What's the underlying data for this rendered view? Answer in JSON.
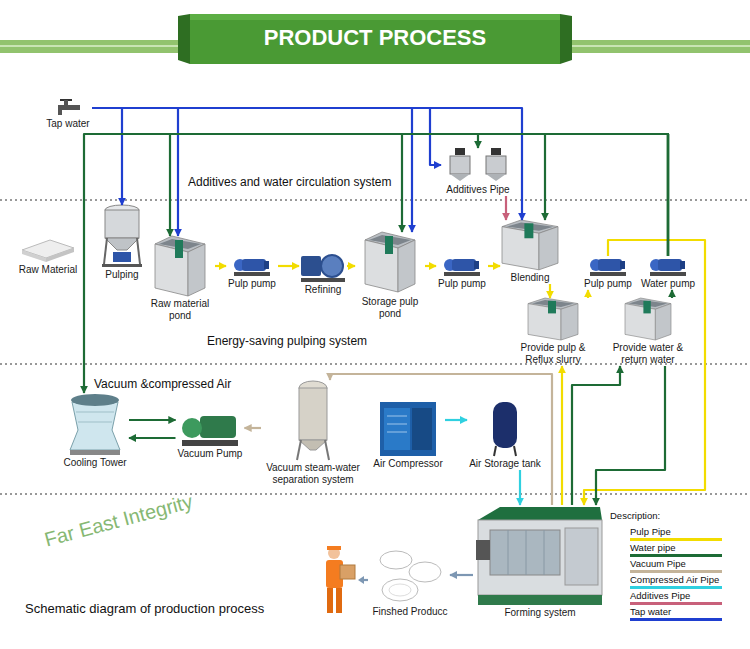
{
  "diagram": {
    "title": "PRODUCT PROCESS",
    "caption": "Schematic diagram of production process",
    "nodes": [
      {
        "text": [
          "Tap water"
        ]
      },
      {
        "text": [
          "Additives Pipe"
        ]
      },
      {
        "text": [
          "Raw Material"
        ]
      },
      {
        "text": [
          "Pulping"
        ]
      },
      {
        "text": [
          "Raw material pond"
        ]
      },
      {
        "text": [
          "Pulp pump"
        ]
      },
      {
        "text": [
          "Refining"
        ]
      },
      {
        "text": [
          "Storage pulp pond"
        ]
      },
      {
        "text": [
          "Pulp pump"
        ]
      },
      {
        "text": [
          "Blending"
        ]
      },
      {
        "text": [
          "Pulp pump"
        ]
      },
      {
        "text": [
          "Water pump"
        ]
      },
      {
        "text": [
          "Provide pulp & Reflux slurry"
        ]
      },
      {
        "text": [
          "Provide water & return water"
        ]
      },
      {
        "text": [
          "Cooling Tower"
        ]
      },
      {
        "text": [
          "Vacuum Pump"
        ]
      },
      {
        "text": [
          "Vacuum steam-water separation system"
        ]
      },
      {
        "text": [
          "Air Compressor"
        ]
      },
      {
        "text": [
          "Air Storage tank"
        ]
      },
      {
        "text": [
          "Forming system"
        ]
      },
      {
        "text": [
          "Finshed Producc"
        ]
      }
    ],
    "edges": [
      {
        "from": 0,
        "to": 3,
        "arrow": "to"
      },
      {
        "from": 0,
        "to": 4,
        "arrow": "to"
      },
      {
        "from": 0,
        "to": 7,
        "arrow": "to"
      },
      {
        "from": 0,
        "to": 1,
        "arrow": "to"
      },
      {
        "from": 0,
        "to": 9,
        "arrow": "to"
      },
      {
        "from": 1,
        "to": 9,
        "arrow": "to"
      },
      {
        "from": 4,
        "to": 5,
        "arrow": "to"
      },
      {
        "from": 5,
        "to": 6,
        "arrow": "to"
      },
      {
        "from": 6,
        "to": 7,
        "arrow": "to"
      },
      {
        "from": 7,
        "to": 8,
        "arrow": "to"
      },
      {
        "from": 8,
        "to": 9,
        "arrow": "to"
      },
      {
        "from": 9,
        "to": 12,
        "arrow": "to"
      },
      {
        "from": 12,
        "to": 10,
        "arrow": "to"
      },
      {
        "from": 10,
        "to": 19,
        "arrow": "to"
      },
      {
        "from": 19,
        "to": 12,
        "arrow": "to"
      },
      {
        "from": 19,
        "to": 13,
        "arrow": "to"
      },
      {
        "from": 13,
        "to": 19,
        "arrow": "to"
      },
      {
        "from": 13,
        "to": 11,
        "arrow": "to"
      },
      {
        "from": 11,
        "to": 4,
        "arrow": "to"
      },
      {
        "from": 11,
        "to": 7,
        "arrow": "to"
      },
      {
        "from": 11,
        "to": 1,
        "arrow": "to"
      },
      {
        "from": 11,
        "to": 9,
        "arrow": "to"
      },
      {
        "from": 11,
        "to": 14,
        "arrow": "to"
      },
      {
        "from": 14,
        "to": 15,
        "arrow": "to"
      },
      {
        "from": 15,
        "to": 14,
        "arrow": "to"
      },
      {
        "from": 16,
        "to": 15,
        "arrow": "to"
      },
      {
        "from": 19,
        "to": 16,
        "arrow": "to"
      },
      {
        "from": 17,
        "to": 18,
        "arrow": "to"
      },
      {
        "from": 18,
        "to": 19,
        "arrow": "to"
      },
      {
        "from": 19,
        "to": 20,
        "arrow": "to"
      }
    ],
    "labels": [
      "Additives and water circulation system",
      "Energy-saving pulping system",
      "Vacuum &compressed Air",
      "Description:",
      "Far East Integrity"
    ],
    "legend": [
      {
        "text": "Pulp Pipe",
        "color": "#f2dc00"
      },
      {
        "text": "Water pipe",
        "color": "#1d6b35"
      },
      {
        "text": "Vacuum Pipe",
        "color": "#c4b49a"
      },
      {
        "text": "Compressed Air Pipe",
        "color": "#2fd0e0"
      },
      {
        "text": "Additives Pipe",
        "color": "#c8607a"
      },
      {
        "text": "Tap water",
        "color": "#1f3fd0"
      }
    ]
  }
}
